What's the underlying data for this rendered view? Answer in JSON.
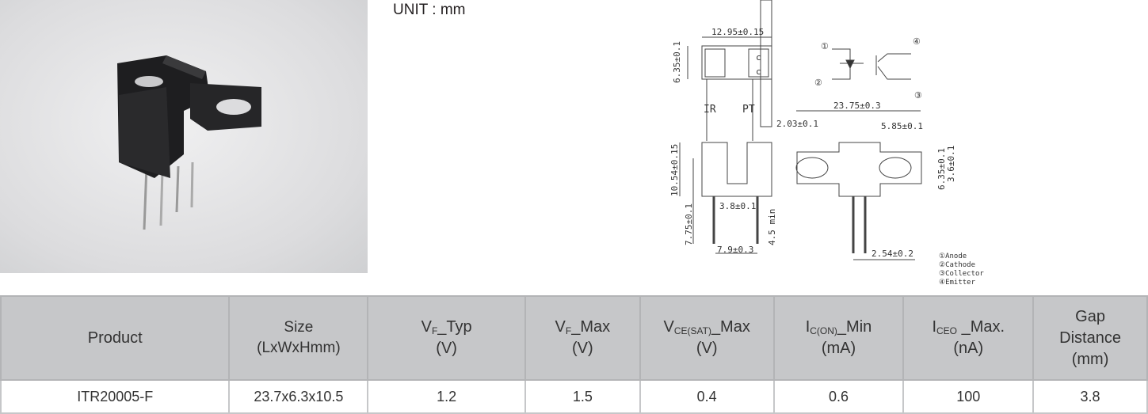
{
  "unit_label": "UNIT : mm",
  "drawing": {
    "dims": [
      "12.95±0.15",
      "6.35±0.1",
      "IR",
      "PT",
      "2.03±0.1",
      "23.75±0.3",
      "5.85±0.1",
      "10.54±0.15",
      "3.8±0.1",
      "7.75±0.1",
      "4.5 min",
      "7.9±0.3",
      "2.54±0.2",
      "6.35±0.1",
      "3.6±0.1",
      "c",
      "c"
    ],
    "pins": [
      "①",
      "②",
      "③",
      "④"
    ],
    "legend": [
      "①Anode",
      "②Cathode",
      "③Collector",
      "④Emitter"
    ]
  },
  "table": {
    "headers": [
      {
        "main": "Product"
      },
      {
        "main": "Size",
        "unit": "(LxWxHmm)"
      },
      {
        "pre": "V",
        "sub": "F",
        "post": "_Typ",
        "unit": "(V)"
      },
      {
        "pre": "V",
        "sub": "F",
        "post": "_Max",
        "unit": "(V)"
      },
      {
        "pre": "V",
        "sub": "CE(SAT)",
        "post": "_Max",
        "unit": "(V)"
      },
      {
        "pre": "I",
        "sub": "C(ON)",
        "post": "_Min",
        "unit": "(mA)"
      },
      {
        "pre": "I",
        "sub": "CEO",
        "post": " _Max.",
        "unit": "(nA)"
      },
      {
        "main": "Gap",
        "main2": "Distance",
        "unit": "(mm)"
      }
    ],
    "rows": [
      [
        "ITR20005-F",
        "23.7x6.3x10.5",
        "1.2",
        "1.5",
        "0.4",
        "0.6",
        "100",
        "3.8"
      ]
    ]
  }
}
